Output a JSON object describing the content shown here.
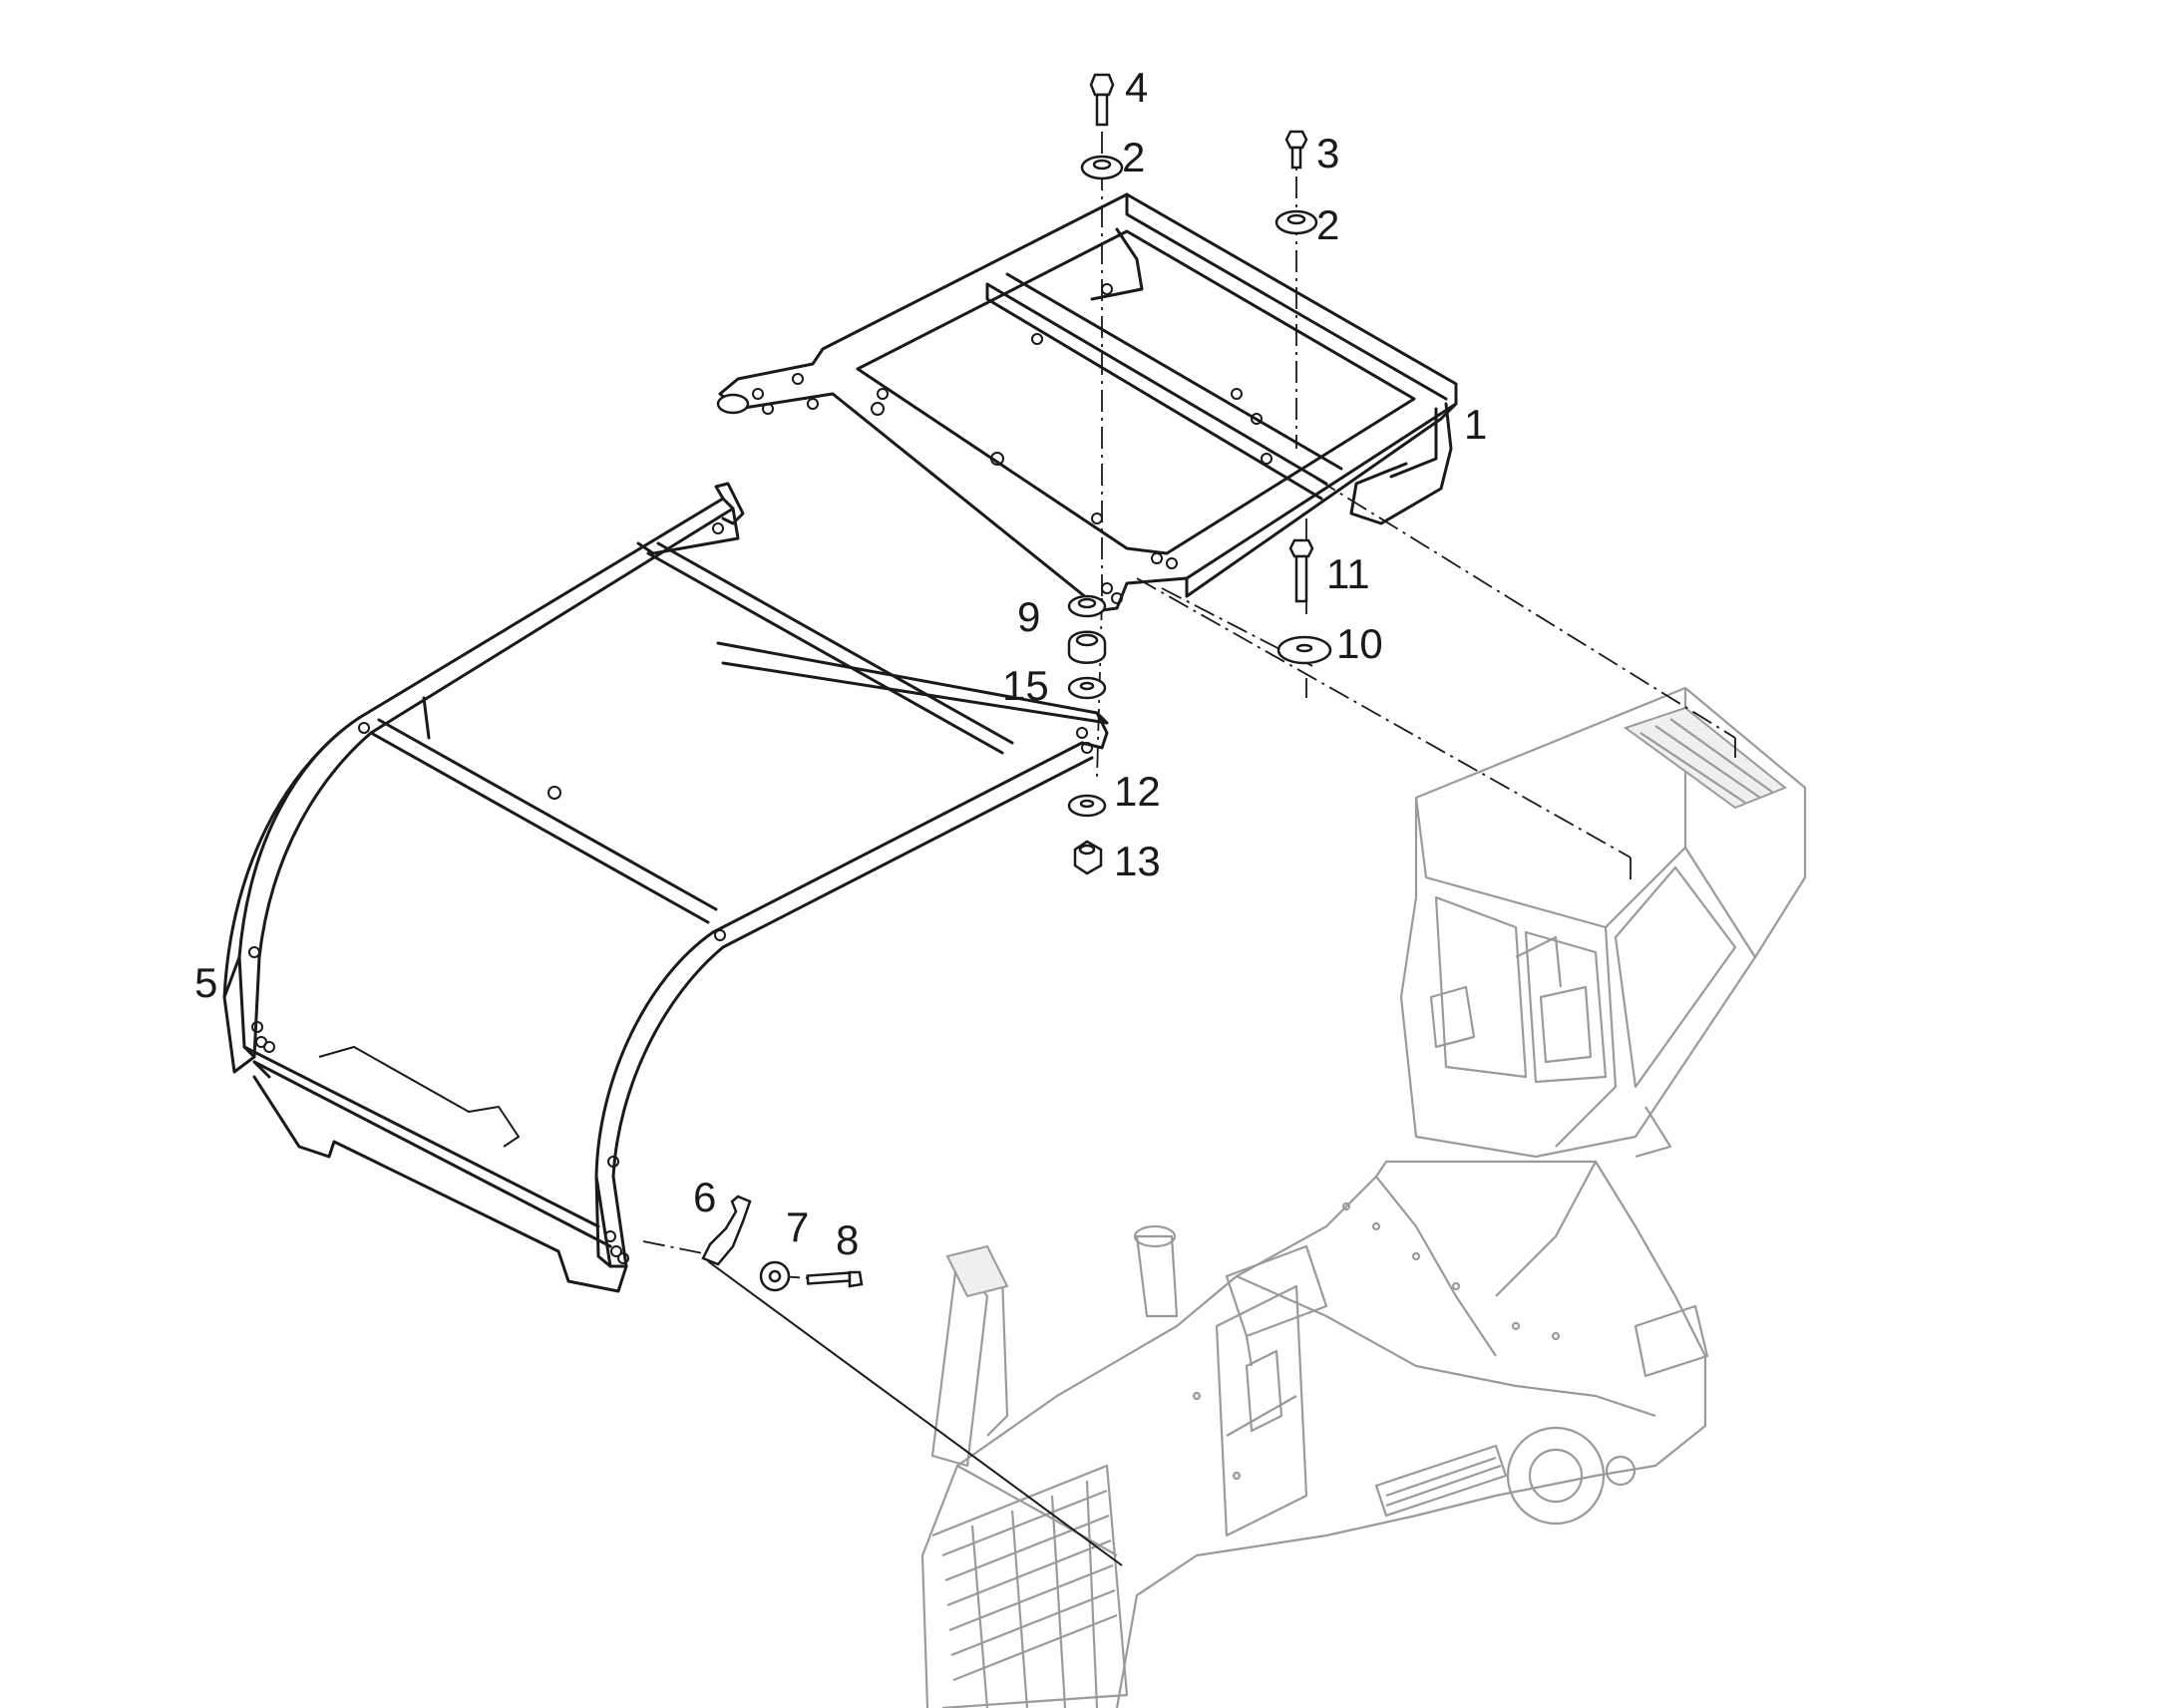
{
  "diagram": {
    "callouts": [
      {
        "id": "c1",
        "text": "1"
      },
      {
        "id": "c2a",
        "text": "2"
      },
      {
        "id": "c2b",
        "text": "2"
      },
      {
        "id": "c3",
        "text": "3"
      },
      {
        "id": "c4",
        "text": "4"
      },
      {
        "id": "c5",
        "text": "5"
      },
      {
        "id": "c6",
        "text": "6"
      },
      {
        "id": "c7",
        "text": "7"
      },
      {
        "id": "c8",
        "text": "8"
      },
      {
        "id": "c9",
        "text": "9"
      },
      {
        "id": "c10",
        "text": "10"
      },
      {
        "id": "c11",
        "text": "11"
      },
      {
        "id": "c12",
        "text": "12"
      },
      {
        "id": "c13",
        "text": "13"
      },
      {
        "id": "c15",
        "text": "15"
      }
    ],
    "colors": {
      "line": "#1a1a1a",
      "ghost": "#9a9a9a",
      "background": "#ffffff"
    }
  }
}
